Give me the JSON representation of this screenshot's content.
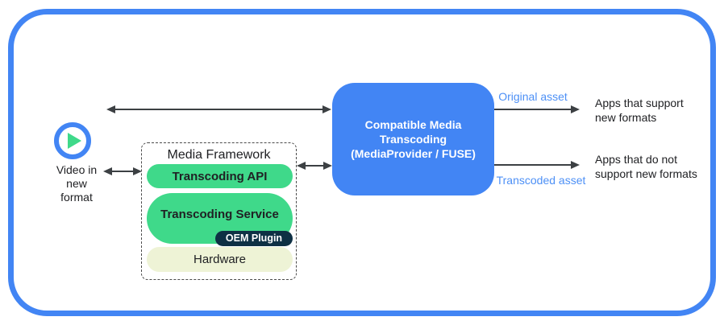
{
  "source": {
    "icon": "play-icon",
    "label": "Video in\nnew\nformat"
  },
  "framework": {
    "title": "Media Framework",
    "api_label": "Transcoding API",
    "service_label": "Transcoding Service",
    "oem_label": "OEM Plugin",
    "hardware_label": "Hardware"
  },
  "transcoder": {
    "title": "Compatible Media\nTranscoding\n(MediaProvider / FUSE)"
  },
  "outputs": {
    "original_label": "Original asset",
    "transcoded_label": "Transcoded asset",
    "apps_support": "Apps that support\nnew formats",
    "apps_no_support": "Apps that do not\nsupport new formats"
  },
  "colors": {
    "blue": "#4285f4",
    "label-blue": "#4d90f6",
    "green": "#3fd98a",
    "pale": "#eef3d6",
    "navy": "#0e3044",
    "arrow": "#3c4043",
    "ink": "#202124"
  }
}
